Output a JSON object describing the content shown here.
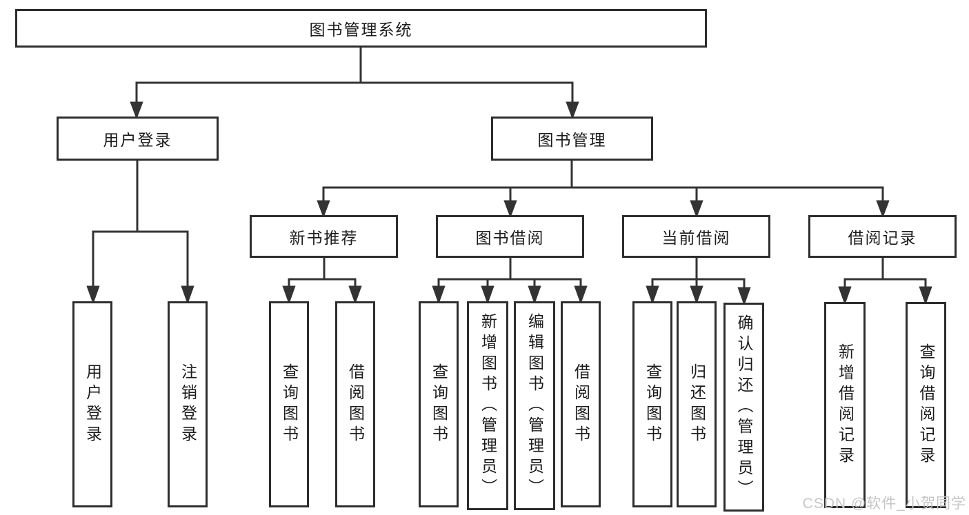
{
  "diagram": {
    "title": "图书管理系统",
    "branches": [
      {
        "label": "用户登录",
        "children": [
          "用户登录",
          "注销登录"
        ]
      },
      {
        "label": "图书管理",
        "sections": [
          {
            "label": "新书推荐",
            "children": [
              "查询图书",
              "借阅图书"
            ]
          },
          {
            "label": "图书借阅",
            "children": [
              "查询图书",
              "新增图书（管理员）",
              "编辑图书（管理员）",
              "借阅图书"
            ]
          },
          {
            "label": "当前借阅",
            "children": [
              "查询图书",
              "归还图书",
              "确认归还（管理员）"
            ]
          },
          {
            "label": "借阅记录",
            "children": [
              "新增借阅记录",
              "查询借阅记录"
            ]
          }
        ]
      }
    ]
  },
  "watermark": "CSDN @软件_小贺同学",
  "colors": {
    "line": "#333333",
    "box_border": "#2d2d2d",
    "text": "#1c1c1c",
    "watermark": "#c6c6c6",
    "background": "#ffffff"
  }
}
